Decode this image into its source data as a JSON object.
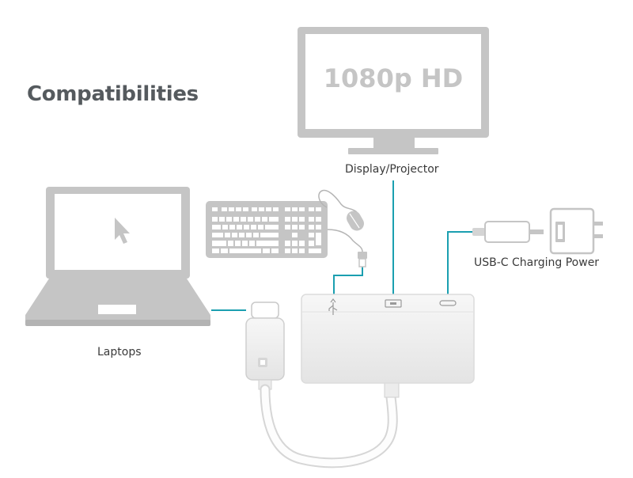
{
  "title": "Compatibilities",
  "screen_text": "1080p HD",
  "labels": {
    "display": "Display/Projector",
    "charging": "USB-C Charging Power",
    "laptops": "Laptops"
  },
  "colors": {
    "device_gray": "#c5c5c5",
    "device_dark": "#a9a9a9",
    "connector_line": "#1b9fb0",
    "text": "#3a3a3a",
    "title_text": "#555a5e"
  },
  "icons": [
    "laptop-icon",
    "cursor-icon",
    "monitor-icon",
    "keyboard-icon",
    "mouse-icon",
    "usb-a-plug-icon",
    "usb-c-cable-icon",
    "power-adapter-icon",
    "usb-c-plug-icon",
    "adapter-hub-icon",
    "usb-port-icon",
    "hdmi-port-icon",
    "usb-c-port-icon"
  ]
}
